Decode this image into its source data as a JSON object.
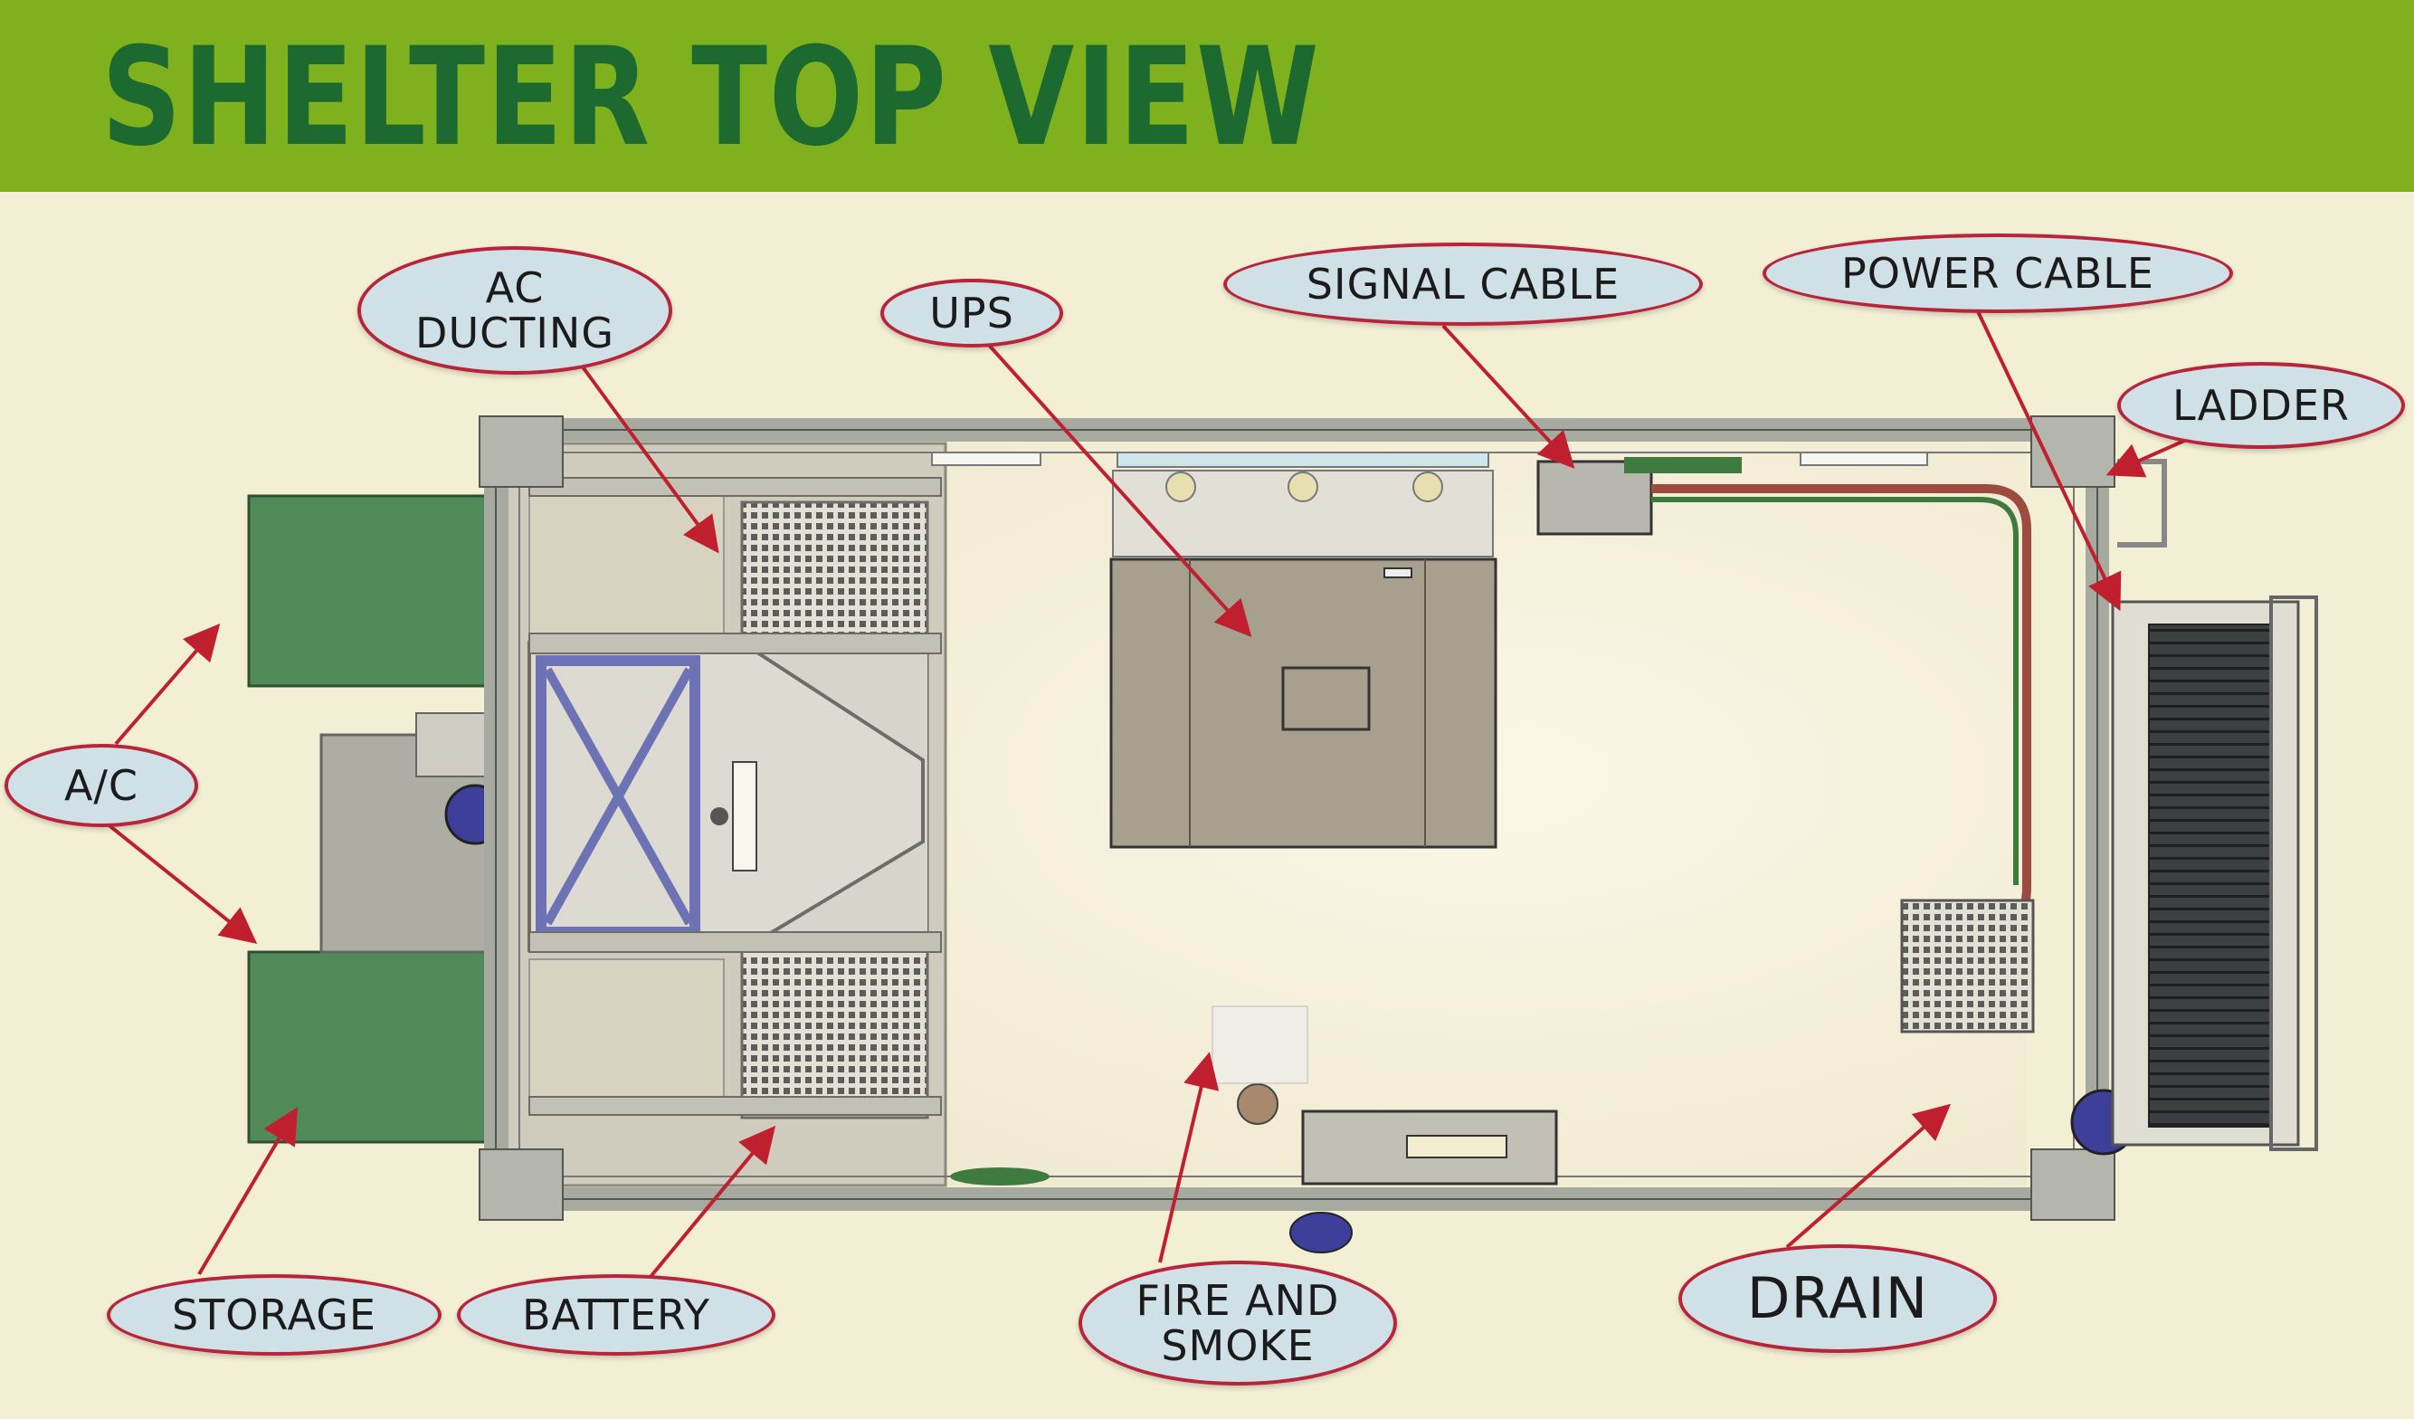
{
  "title": "SHELTER TOP VIEW",
  "colors": {
    "header_bg": "#7fb11f",
    "title_text": "#1c6a2f",
    "page_bg": "#f3efd5",
    "callout_fill": "#cfe0e6",
    "callout_border": "#b8243a",
    "arrow": "#c0202e",
    "ac_unit": "#4f8a58",
    "frame": "#b9bdb4"
  },
  "labels": {
    "ac_ducting": "AC\nDUCTING",
    "ups": "UPS",
    "signal_cable": "SIGNAL CABLE",
    "power_cable": "POWER CABLE",
    "ladder": "LADDER",
    "ac": "A/C",
    "storage": "STORAGE",
    "battery": "BATTERY",
    "fire_and_smoke": "FIRE AND\nSMOKE",
    "drain": "DRAIN"
  }
}
